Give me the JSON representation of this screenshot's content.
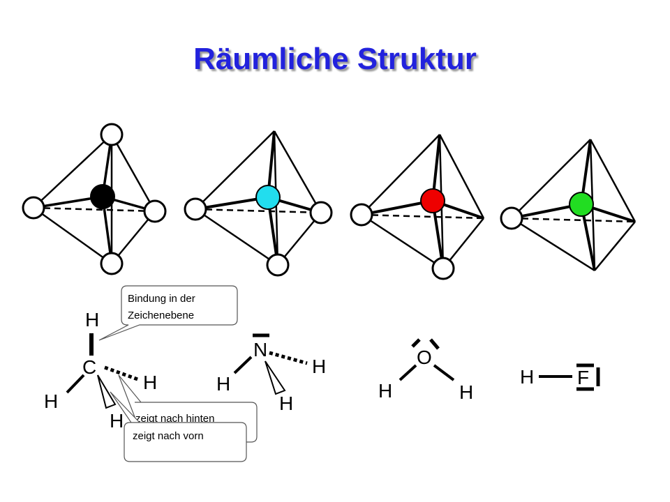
{
  "title": "Räumliche Struktur",
  "colors": {
    "title": "#2222dd",
    "carbon": "#000000",
    "nitrogen": "#22ddee",
    "oxygen": "#ee0000",
    "fluorine": "#22dd22"
  },
  "molecules": {
    "ch4": {
      "c": "C",
      "h_top": "H",
      "h_right": "H",
      "h_left": "H",
      "h_bottom": "H"
    },
    "nh3": {
      "n": "N",
      "h_right": "H",
      "h_left": "H",
      "h_bottom": "H"
    },
    "h2o": {
      "o": "O",
      "h_left": "H",
      "h_right": "H"
    },
    "hf": {
      "h": "H",
      "f": "F"
    }
  },
  "callouts": {
    "plane": [
      "Bindung in der",
      "Zeichenebene"
    ],
    "back": "zeigt nach hinten",
    "front": "zeigt nach vorn"
  }
}
